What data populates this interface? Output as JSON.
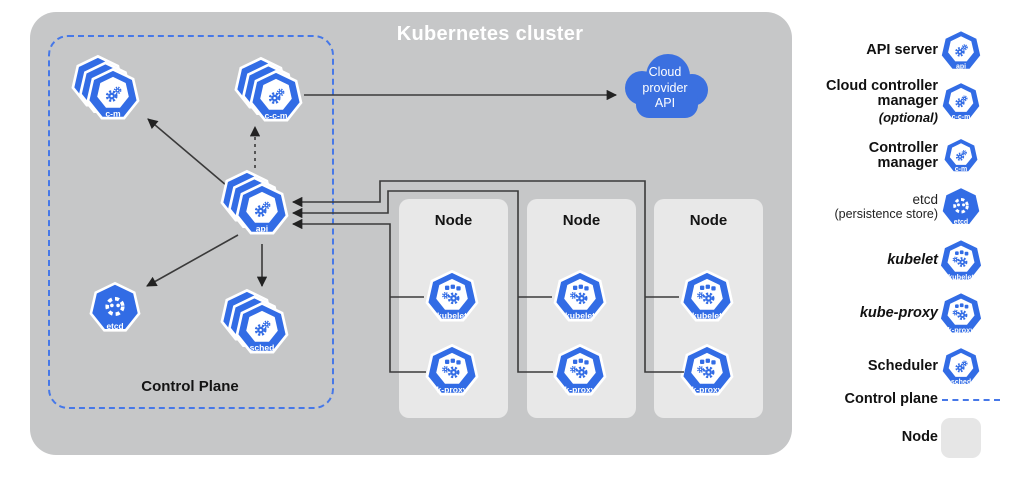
{
  "diagram": {
    "title": "Kubernetes cluster",
    "control_plane_label": "Control Plane",
    "node_label": "Node",
    "cloud_lines": [
      "Cloud",
      "provider",
      "API"
    ],
    "components": {
      "api": {
        "label": "api"
      },
      "c-m": {
        "label": "c-m"
      },
      "c-c-m": {
        "label": "c-c-m"
      },
      "etcd": {
        "label": "etcd"
      },
      "sched": {
        "label": "sched"
      },
      "kubelet": {
        "label": "kubelet"
      },
      "k-proxy": {
        "label": "k-proxy"
      }
    }
  },
  "legend": {
    "items": [
      {
        "label": "API server",
        "icon": "api",
        "style": "bold"
      },
      {
        "label": "Cloud controller manager",
        "sub": "(optional)",
        "sub_style": "italic",
        "icon": "c-c-m",
        "style": "bold"
      },
      {
        "label": "Controller manager",
        "icon": "c-m",
        "style": "bold"
      },
      {
        "label": "etcd",
        "sub": "(persistence store)",
        "sub_style": "regular",
        "icon": "etcd",
        "style": "regular"
      },
      {
        "label": "kubelet",
        "icon": "kubelet",
        "style": "bold-italic"
      },
      {
        "label": "kube-proxy",
        "icon": "k-proxy",
        "style": "bold-italic"
      },
      {
        "label": "Scheduler",
        "icon": "sched",
        "style": "bold"
      },
      {
        "label": "Control plane",
        "swatch": "dashed-line",
        "style": "bold"
      },
      {
        "label": "Node",
        "swatch": "node-box",
        "style": "bold"
      }
    ]
  },
  "colors": {
    "k8s_blue": "#326CE5",
    "cloud_blue": "#3b70e0",
    "cluster_bg": "#c6c7c8",
    "node_bg": "#e8e8e8",
    "dash_blue": "#4678e8",
    "line": "#3a3a3a"
  }
}
